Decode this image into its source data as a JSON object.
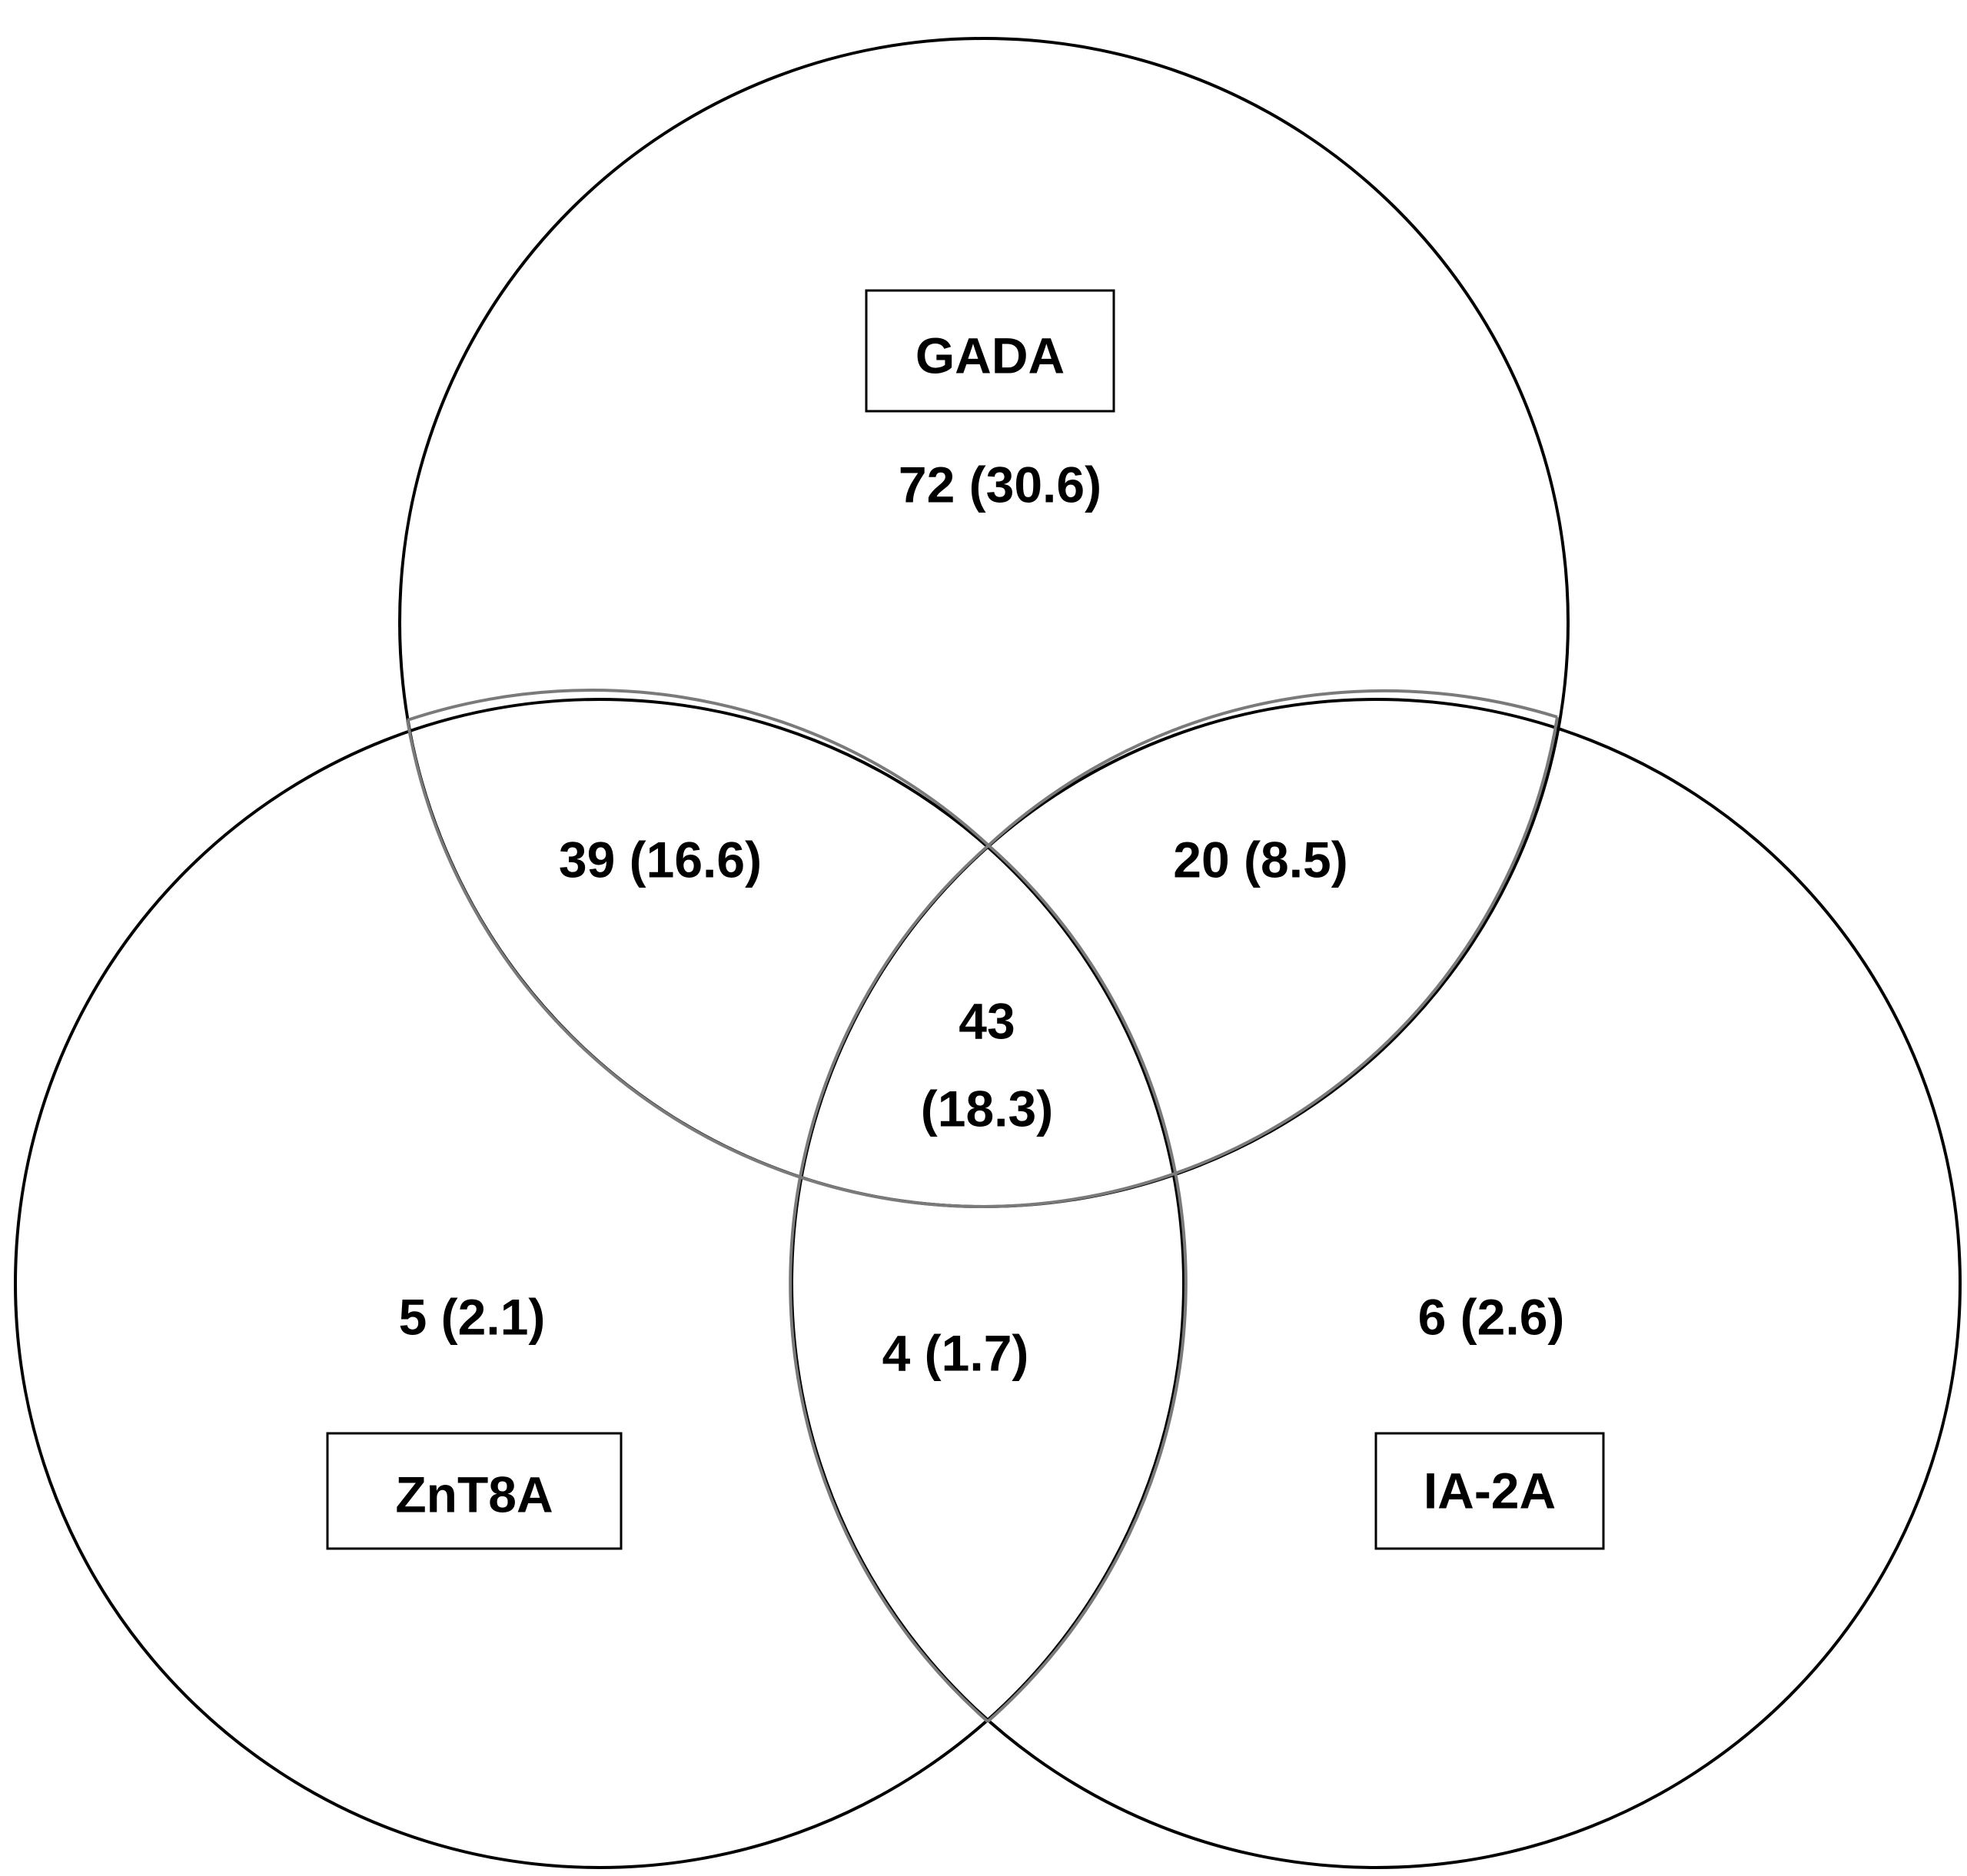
{
  "sets": {
    "gada": {
      "label": "GADA"
    },
    "znt8a": {
      "label": "ZnT8A"
    },
    "ia2a": {
      "label": "IA-2A"
    }
  },
  "regions": {
    "gada_only": {
      "value": "72 (30.6)"
    },
    "gada_znt8a": {
      "value": "39 (16.6)"
    },
    "gada_ia2a": {
      "value": "20 (8.5)"
    },
    "all_three": {
      "count": "43",
      "percent": "(18.3)"
    },
    "znt8a_only": {
      "value": "5 (2.1)"
    },
    "znt8a_ia2a": {
      "value": "4 (1.7)"
    },
    "ia2a_only": {
      "value": "6 (2.6)"
    }
  },
  "colors": {
    "outline": "#000000",
    "overlap_outline": "#7a7a7a",
    "text": "#000000",
    "background": "#ffffff"
  }
}
